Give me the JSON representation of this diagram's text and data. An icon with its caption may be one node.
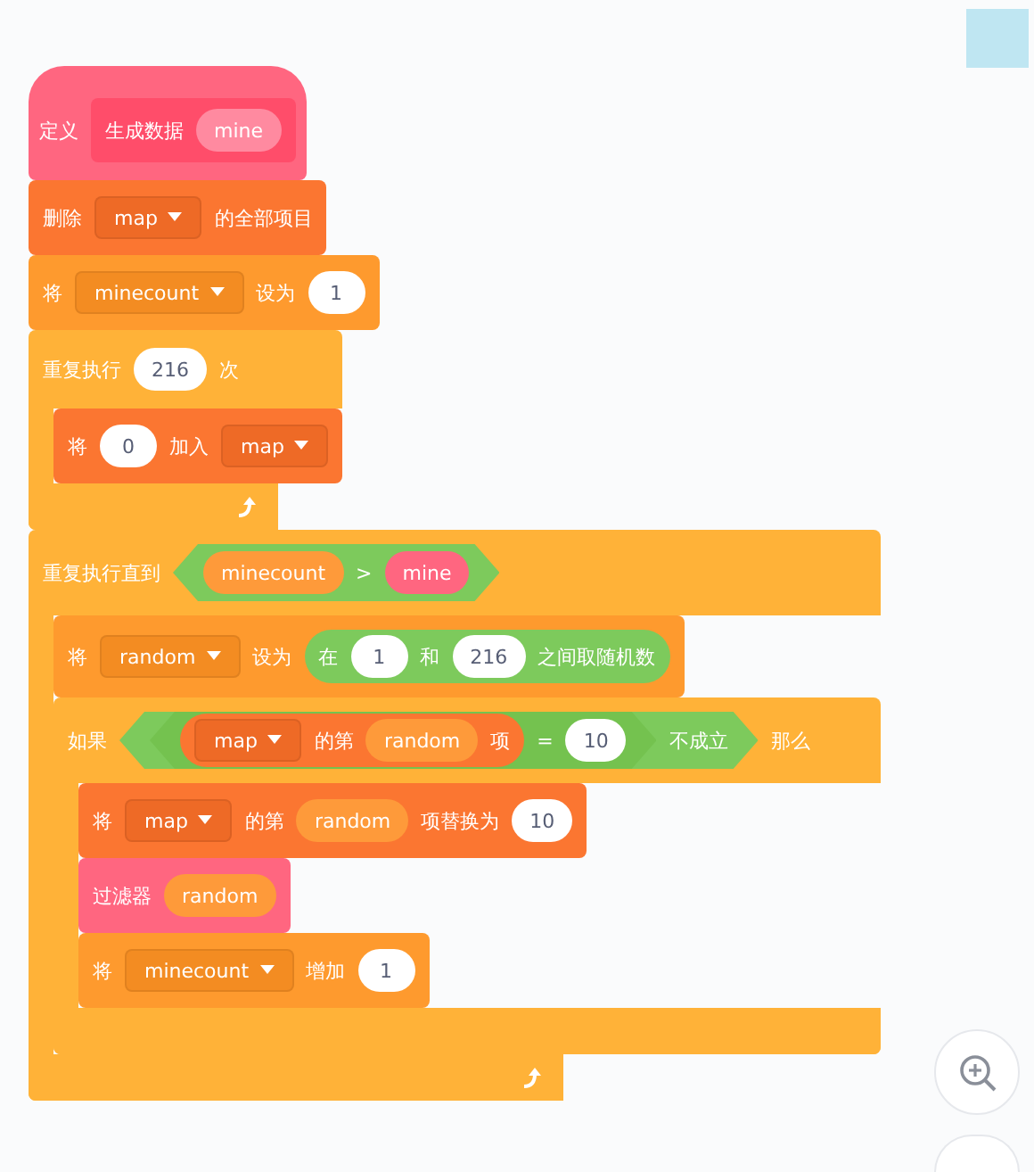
{
  "diagram": {
    "nodes": [
      {
        "text": [
          "定义"
        ]
      },
      {
        "text": [
          "生成数据"
        ],
        "in": 0
      },
      {
        "text": [
          "mine"
        ],
        "in": 1
      },
      {
        "text": [
          "删除",
          "的全部项目"
        ]
      },
      {
        "text": [
          "map"
        ],
        "in": 3
      },
      {
        "text": [
          "将",
          "设为"
        ]
      },
      {
        "text": [
          "minecount"
        ],
        "in": 5
      },
      {
        "text": [
          "1"
        ],
        "in": 5
      },
      {
        "text": [
          "重复执行",
          "次"
        ]
      },
      {
        "text": [
          "216"
        ],
        "in": 8
      },
      {
        "text": [
          "将",
          "加入"
        ],
        "in": 8
      },
      {
        "text": [
          "0"
        ],
        "in": 10
      },
      {
        "text": [
          "map"
        ],
        "in": 10
      },
      {
        "text": [
          "重复执行直到"
        ]
      },
      {
        "text": [
          ">"
        ],
        "in": 13
      },
      {
        "text": [
          "minecount"
        ],
        "in": 14
      },
      {
        "text": [
          "mine"
        ],
        "in": 14
      },
      {
        "text": [
          "将",
          "设为"
        ],
        "in": 13
      },
      {
        "text": [
          "random"
        ],
        "in": 17
      },
      {
        "text": [
          "在",
          "和",
          "之间取随机数"
        ],
        "in": 17
      },
      {
        "text": [
          "1"
        ],
        "in": 19
      },
      {
        "text": [
          "216"
        ],
        "in": 19
      },
      {
        "text": [
          "如果",
          "那么"
        ],
        "in": 13
      },
      {
        "text": [
          "不成立"
        ],
        "in": 22
      },
      {
        "text": [
          "="
        ],
        "in": 23
      },
      {
        "text": [
          "的第",
          "项"
        ],
        "in": 24
      },
      {
        "text": [
          "map"
        ],
        "in": 25
      },
      {
        "text": [
          "random"
        ],
        "in": 25
      },
      {
        "text": [
          "10"
        ],
        "in": 24
      },
      {
        "text": [
          "将",
          "的第",
          "项替换为"
        ],
        "in": 22
      },
      {
        "text": [
          "map"
        ],
        "in": 29
      },
      {
        "text": [
          "random"
        ],
        "in": 29
      },
      {
        "text": [
          "10"
        ],
        "in": 29
      },
      {
        "text": [
          "过滤器"
        ],
        "in": 22
      },
      {
        "text": [
          "random"
        ],
        "in": 33
      },
      {
        "text": [
          "将",
          "增加"
        ],
        "in": 22
      },
      {
        "text": [
          "minecount"
        ],
        "in": 35
      },
      {
        "text": [
          "1"
        ],
        "in": 35
      }
    ]
  }
}
